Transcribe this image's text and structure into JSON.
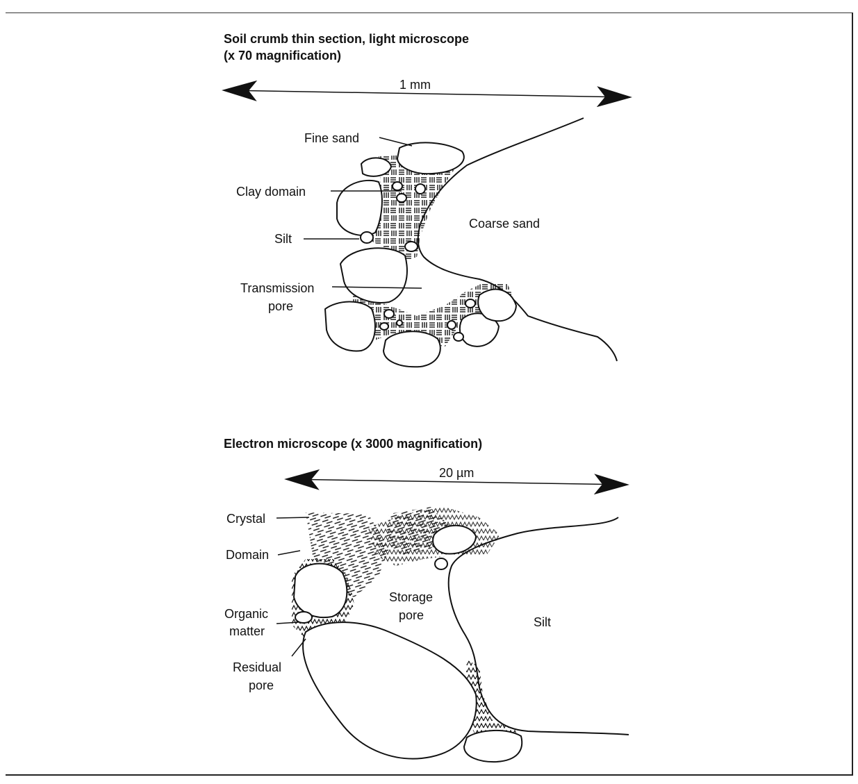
{
  "top": {
    "title_line1": "Soil crumb thin section, light microscope",
    "title_line2": "(x 70 magnification)",
    "scale_label": "1 mm",
    "labels": {
      "fine_sand": "Fine sand",
      "clay_domain": "Clay domain",
      "silt": "Silt",
      "transmission_pore_1": "Transmission",
      "transmission_pore_2": "pore",
      "coarse_sand": "Coarse sand"
    }
  },
  "bottom": {
    "title": "Electron microscope (x 3000 magnification)",
    "scale_label": "20 µm",
    "labels": {
      "crystal": "Crystal",
      "domain": "Domain",
      "organic_1": "Organic",
      "organic_2": "matter",
      "residual_1": "Residual",
      "residual_2": "pore",
      "storage_1": "Storage",
      "storage_2": "pore",
      "silt": "Silt"
    }
  }
}
